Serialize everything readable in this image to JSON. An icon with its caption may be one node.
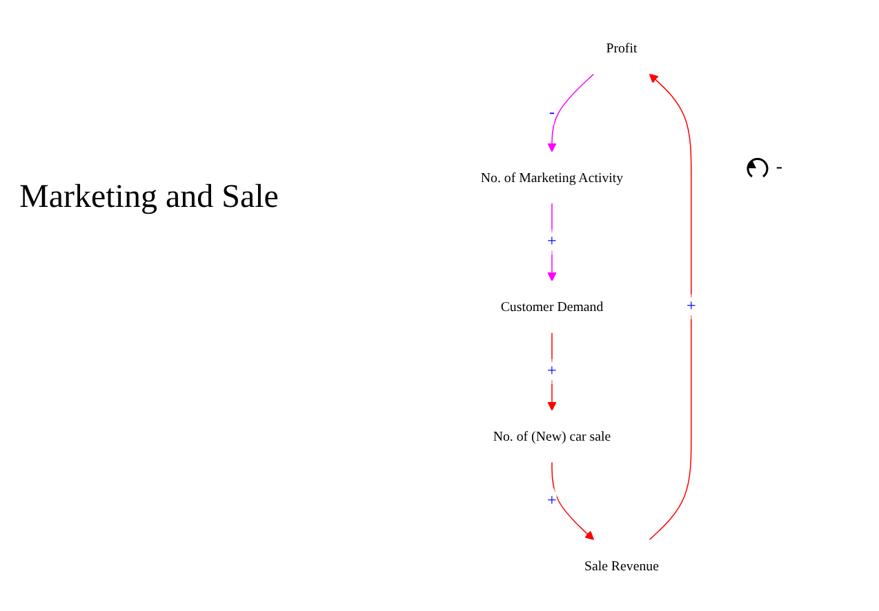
{
  "diagram": {
    "title": "Marketing and Sale",
    "nodes": [
      {
        "text": [
          "Profit"
        ]
      },
      {
        "text": [
          "Sale Revenue"
        ]
      },
      {
        "text": [
          "No. of Marketing Activity"
        ]
      },
      {
        "text": [
          "No. of (New) car sale"
        ]
      },
      {
        "text": [
          "Customer Demand"
        ]
      }
    ],
    "edges": [
      {
        "from": 4,
        "to": 3,
        "arrow": "to",
        "label": "+"
      },
      {
        "from": 3,
        "to": 1,
        "arrow": "to",
        "label": "+"
      },
      {
        "from": 1,
        "to": 0,
        "arrow": "to",
        "label": "+"
      },
      {
        "from": 0,
        "to": 2,
        "arrow": "to",
        "label": "-",
        "color": "#ff00ff"
      },
      {
        "from": 2,
        "to": 4,
        "arrow": "to",
        "label": "+",
        "color": "#ff00ff"
      }
    ],
    "labels": [
      "-"
    ]
  }
}
